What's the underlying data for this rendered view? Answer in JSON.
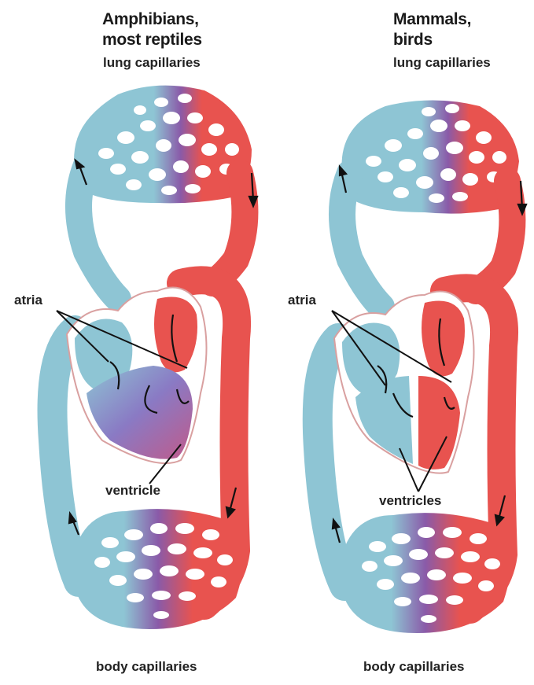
{
  "left": {
    "title_line1": "Amphibians,",
    "title_line2": "most reptiles",
    "top_label": "lung capillaries",
    "atria_label": "atria",
    "ventricle_label": "ventricle",
    "bottom_label": "body capillaries"
  },
  "right": {
    "title_line1": "Mammals,",
    "title_line2": "birds",
    "top_label": "lung capillaries",
    "atria_label": "atria",
    "ventricle_label": "ventricles",
    "bottom_label": "body capillaries"
  },
  "colors": {
    "deoxygenated": "#8ec5d4",
    "oxygenated": "#e8534f",
    "mixed": "#8a5aa8",
    "outline": "#ffffff",
    "arrow": "#111111"
  }
}
